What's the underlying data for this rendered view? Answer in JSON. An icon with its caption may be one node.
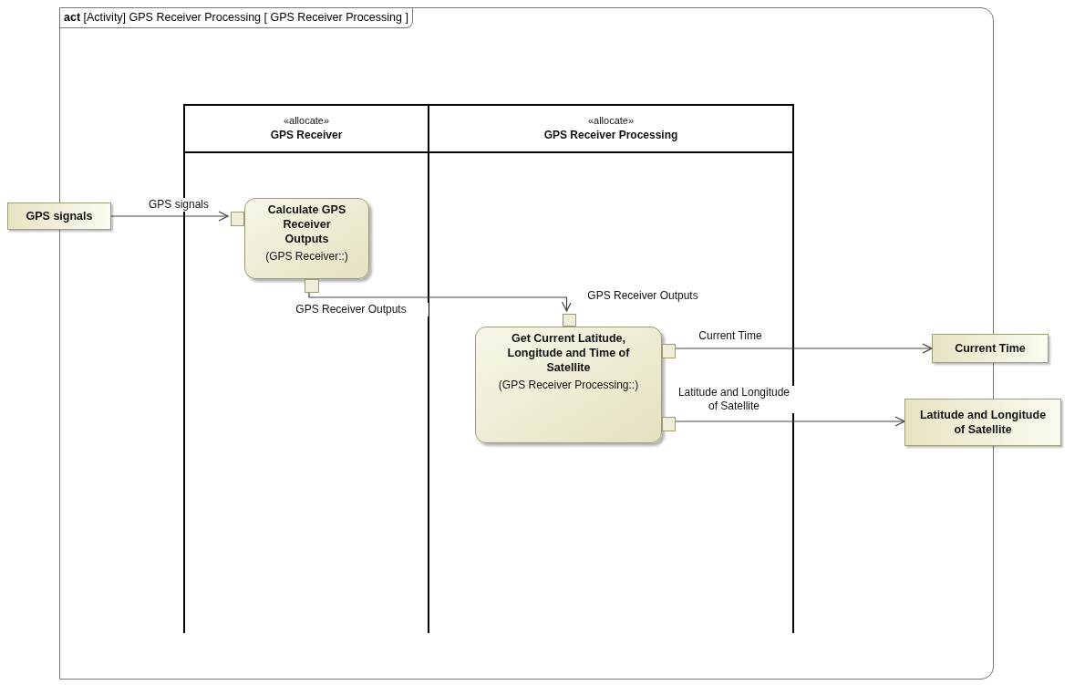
{
  "diagram": {
    "nodes": [
      {
        "text": [
          "**act** [Activity] GPS Receiver Processing [ GPS Receiver Processing ]"
        ]
      },
      {
        "text": [
          "«allocate»",
          "GPS Receiver"
        ],
        "in": 0
      },
      {
        "text": [
          "«allocate»",
          "GPS Receiver Processing"
        ],
        "in": 0
      },
      {
        "text": [
          "GPS signals"
        ]
      },
      {
        "text": [
          "Calculate GPS Receiver Outputs",
          "(GPS Receiver::)"
        ],
        "in": 1
      },
      {
        "text": [],
        "shape": "box",
        "beside": [
          "GPS signals"
        ],
        "in": 1
      },
      {
        "text": [],
        "shape": "box",
        "beside": [
          "GPS Receiver Outputs"
        ],
        "in": 1
      },
      {
        "text": [
          "Get Current Latitude, Longitude and Time of Satellite",
          "(GPS Receiver Processing::)"
        ],
        "in": 2
      },
      {
        "text": [],
        "shape": "box",
        "beside": [
          "GPS Receiver Outputs"
        ],
        "in": 2
      },
      {
        "text": [],
        "shape": "box",
        "beside": [
          "Current Time"
        ],
        "in": 2
      },
      {
        "text": [],
        "shape": "box",
        "beside": [
          "Latitude and Longitude of Satellite"
        ],
        "in": 2
      },
      {
        "text": [
          "Current Time"
        ]
      },
      {
        "text": [
          "Latitude and Longitude of Satellite"
        ]
      }
    ],
    "edges": [
      {
        "from": 3,
        "to": 5,
        "arrow": "to"
      },
      {
        "from": 6,
        "to": 8,
        "arrow": "to"
      },
      {
        "from": 9,
        "to": 11,
        "arrow": "to"
      },
      {
        "from": 10,
        "to": 12,
        "arrow": "to"
      }
    ]
  }
}
